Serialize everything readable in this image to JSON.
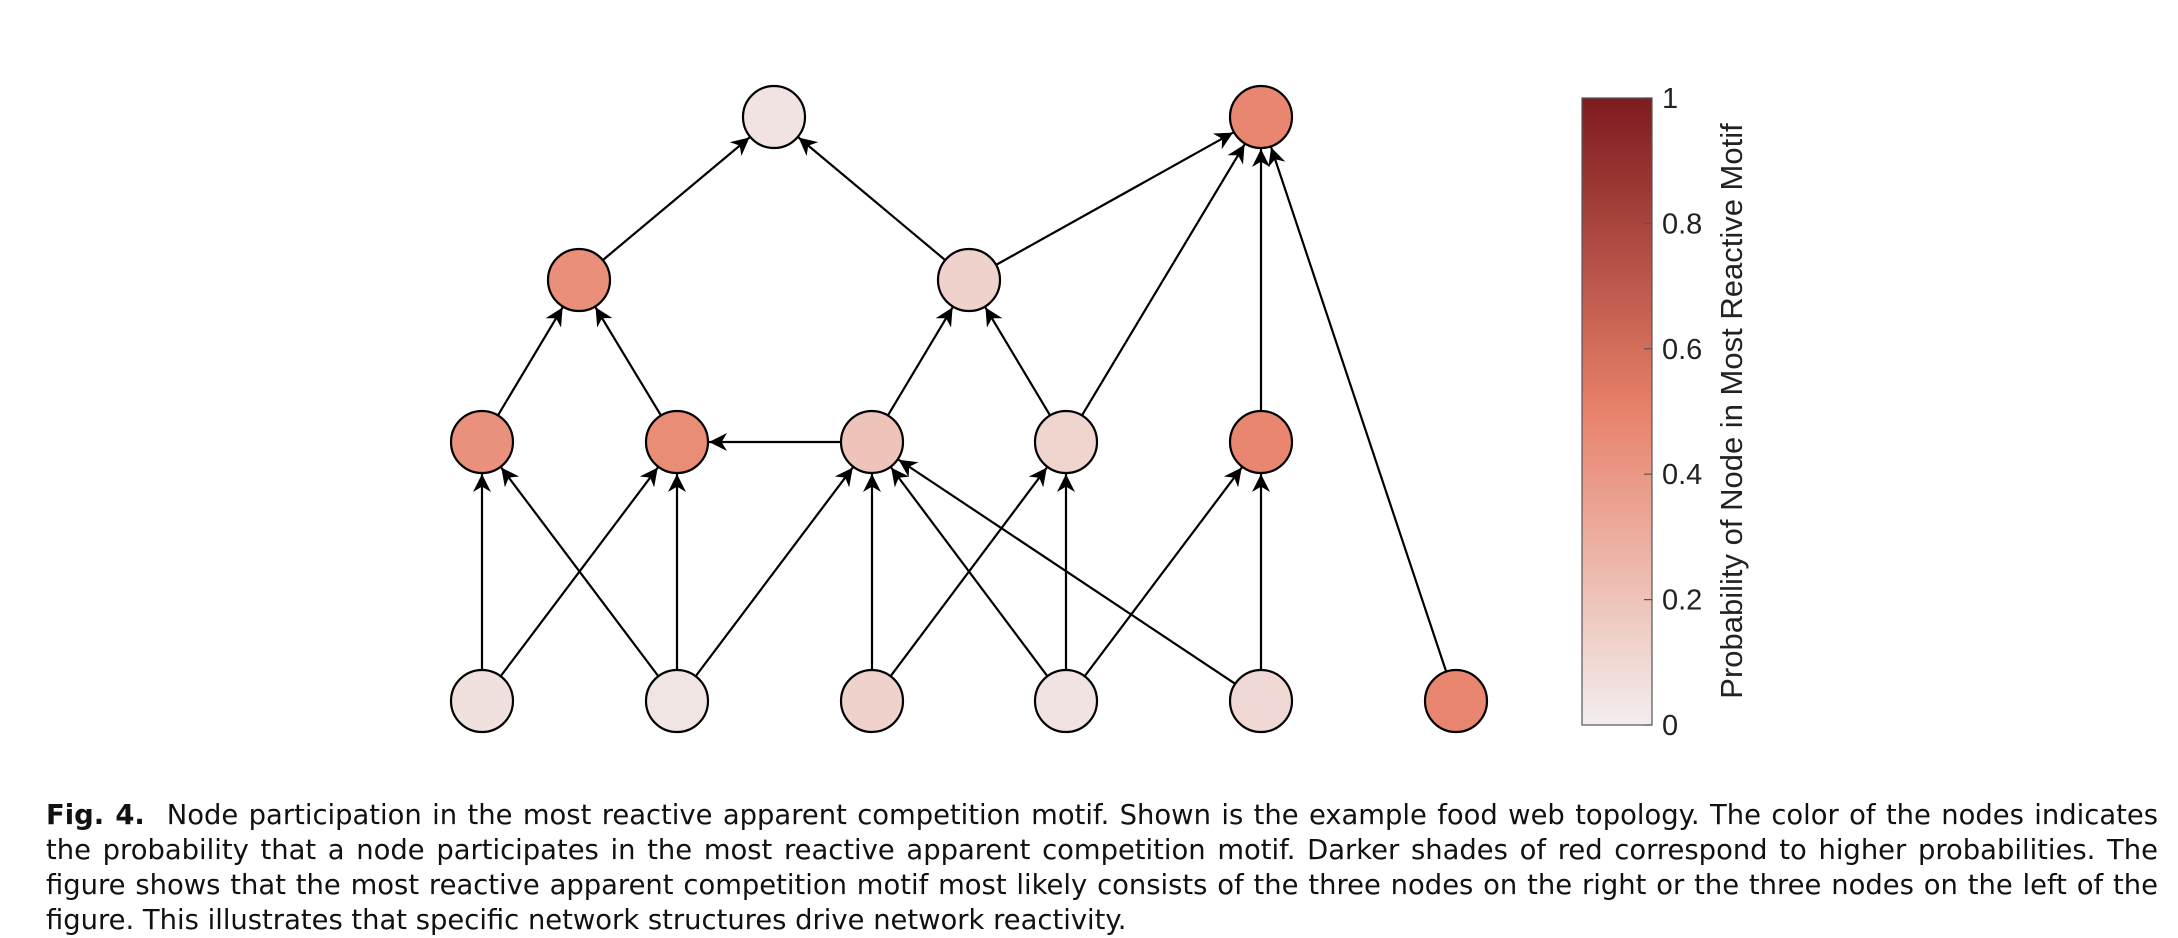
{
  "colorbar": {
    "label": "Probability of Node in Most Reactive Motif",
    "ticks": [
      "0",
      "0.2",
      "0.4",
      "0.6",
      "0.8",
      "1"
    ],
    "range": [
      0,
      1
    ],
    "colors": {
      "low": "#f2eeee",
      "mid": "#e8826a",
      "high": "#7d1b1f"
    }
  },
  "nodes": [
    {
      "id": "L0A",
      "probability": 0.05
    },
    {
      "id": "L0B",
      "probability": 0.48
    },
    {
      "id": "L1A",
      "probability": 0.44
    },
    {
      "id": "L1B",
      "probability": 0.13
    },
    {
      "id": "L2A",
      "probability": 0.43
    },
    {
      "id": "L2B",
      "probability": 0.45
    },
    {
      "id": "L2C",
      "probability": 0.2
    },
    {
      "id": "L2D",
      "probability": 0.12
    },
    {
      "id": "L2E",
      "probability": 0.48
    },
    {
      "id": "L3A",
      "probability": 0.06
    },
    {
      "id": "L3B",
      "probability": 0.04
    },
    {
      "id": "L3C",
      "probability": 0.13
    },
    {
      "id": "L3D",
      "probability": 0.05
    },
    {
      "id": "L3E",
      "probability": 0.1
    },
    {
      "id": "L3F",
      "probability": 0.48
    }
  ],
  "edges": [
    [
      "L1A",
      "L0A"
    ],
    [
      "L1B",
      "L0A"
    ],
    [
      "L1B",
      "L0B"
    ],
    [
      "L2A",
      "L1A"
    ],
    [
      "L2B",
      "L1A"
    ],
    [
      "L2C",
      "L1B"
    ],
    [
      "L2D",
      "L1B"
    ],
    [
      "L2D",
      "L0B"
    ],
    [
      "L2E",
      "L0B"
    ],
    [
      "L3F",
      "L0B"
    ],
    [
      "L2C",
      "L2B"
    ],
    [
      "L3A",
      "L2A"
    ],
    [
      "L3A",
      "L2B"
    ],
    [
      "L3B",
      "L2A"
    ],
    [
      "L3B",
      "L2B"
    ],
    [
      "L3B",
      "L2C"
    ],
    [
      "L3C",
      "L2C"
    ],
    [
      "L3C",
      "L2D"
    ],
    [
      "L3D",
      "L2C"
    ],
    [
      "L3D",
      "L2D"
    ],
    [
      "L3D",
      "L2E"
    ],
    [
      "L3E",
      "L2C"
    ],
    [
      "L3E",
      "L2E"
    ]
  ],
  "caption": {
    "label": "Fig. 4.",
    "text": "Node participation in the most reactive apparent competition motif. Shown is the example food web topology. The color of the nodes indicates the probability that a node participates in the most reactive apparent competition motif. Darker shades of red correspond to higher probabilities. The figure shows that the most reactive apparent competition motif most likely consists of the three nodes on the right or the three nodes on the left of the figure. This illustrates that specific network structures drive network reactivity."
  }
}
